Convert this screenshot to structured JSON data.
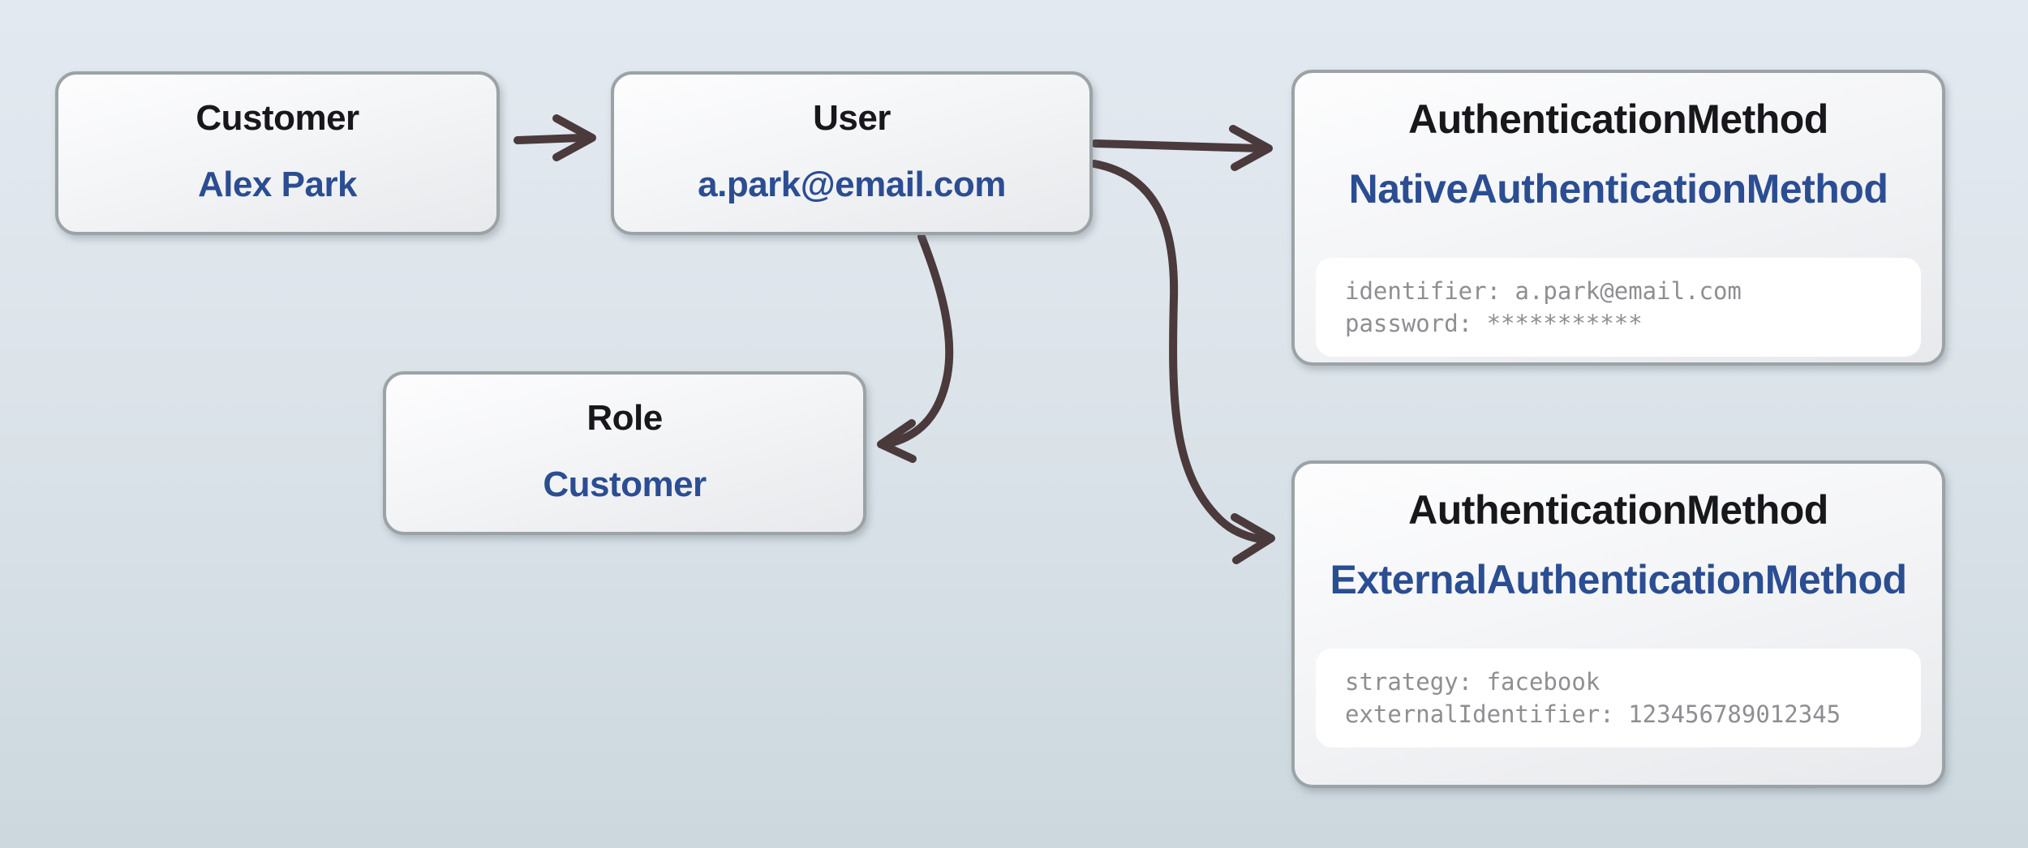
{
  "colors": {
    "bg_top": "#e3e9f0",
    "bg_bottom": "#ccd8de",
    "node_border": "#9ba3a6",
    "node_bg_top": "#fdfdfe",
    "node_bg_bottom": "#e8e9ec",
    "attr_bg": "#ffffff",
    "title": "#17171c",
    "accent_value": "#2b4d92",
    "attribute_text": "#8e8e93",
    "arrow": "#4a3a3c"
  },
  "nodes": {
    "customer": {
      "title": "Customer",
      "value": "Alex Park"
    },
    "user": {
      "title": "User",
      "value": "a.park@email.com"
    },
    "role": {
      "title": "Role",
      "value": "Customer"
    },
    "native_auth": {
      "title": "AuthenticationMethod",
      "value": "NativeAuthenticationMethod",
      "attributes": [
        "identifier: a.park@email.com",
        "password: ***********"
      ]
    },
    "external_auth": {
      "title": "AuthenticationMethod",
      "value": "ExternalAuthenticationMethod",
      "attributes": [
        "strategy: facebook",
        "externalIdentifier: 123456789012345"
      ]
    }
  },
  "edges": [
    {
      "from": "customer",
      "to": "user"
    },
    {
      "from": "user",
      "to": "native_auth"
    },
    {
      "from": "user",
      "to": "role"
    },
    {
      "from": "user",
      "to": "external_auth"
    }
  ]
}
